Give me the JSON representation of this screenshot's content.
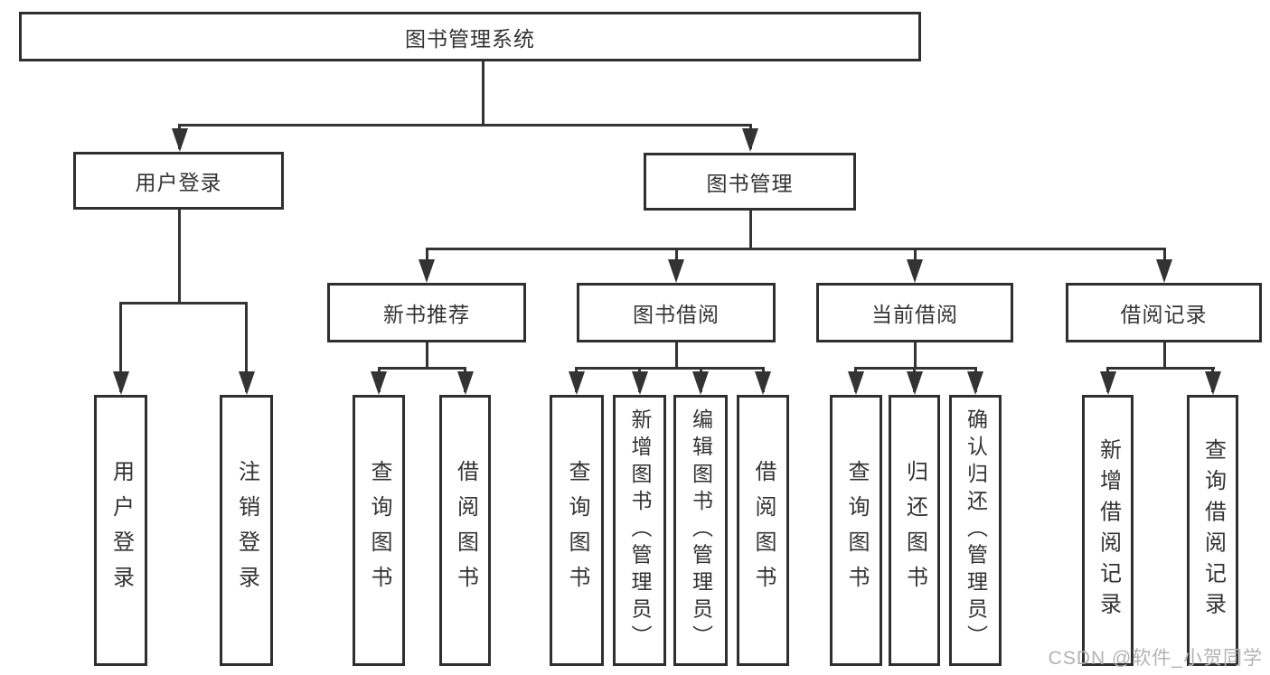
{
  "diagram_title": "图书管理系统",
  "watermark": "CSDN @软件_小贺同学",
  "colors": {
    "line": "#333333",
    "box_border": "#2f2f2f",
    "text": "#333333",
    "background": "#ffffff",
    "watermark": "#b3b3b3"
  },
  "tree": {
    "root": {
      "label": "图书管理系统"
    },
    "level2": [
      {
        "label": "用户登录",
        "parent": "图书管理系统"
      },
      {
        "label": "图书管理",
        "parent": "图书管理系统"
      }
    ],
    "level3": [
      {
        "label": "新书推荐",
        "parent": "图书管理"
      },
      {
        "label": "图书借阅",
        "parent": "图书管理"
      },
      {
        "label": "当前借阅",
        "parent": "图书管理"
      },
      {
        "label": "借阅记录",
        "parent": "图书管理"
      }
    ],
    "leaves": [
      {
        "label": "用户登录",
        "parent": "用户登录"
      },
      {
        "label": "注销登录",
        "parent": "用户登录"
      },
      {
        "label": "查询图书",
        "parent": "新书推荐"
      },
      {
        "label": "借阅图书",
        "parent": "新书推荐"
      },
      {
        "label": "查询图书",
        "parent": "图书借阅"
      },
      {
        "label": "新增图书（管理员）",
        "parent": "图书借阅"
      },
      {
        "label": "编辑图书（管理员）",
        "parent": "图书借阅"
      },
      {
        "label": "借阅图书",
        "parent": "图书借阅"
      },
      {
        "label": "查询图书",
        "parent": "当前借阅"
      },
      {
        "label": "归还图书",
        "parent": "当前借阅"
      },
      {
        "label": "确认归还（管理员）",
        "parent": "当前借阅"
      },
      {
        "label": "新增借阅记录",
        "parent": "借阅记录"
      },
      {
        "label": "查询借阅记录",
        "parent": "借阅记录"
      }
    ]
  }
}
